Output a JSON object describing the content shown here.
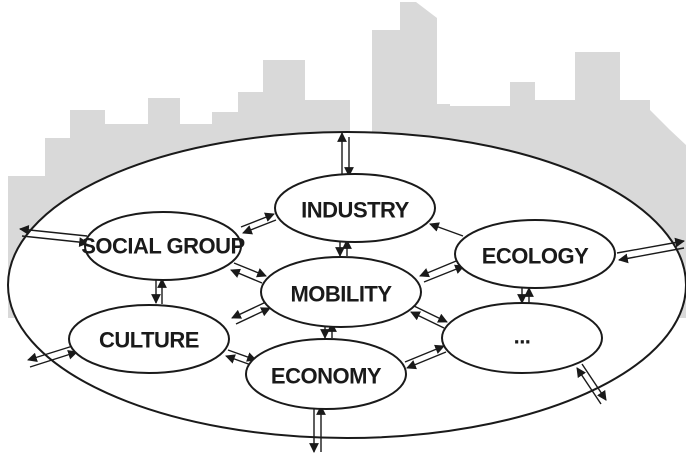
{
  "diagram": {
    "nodes": [
      {
        "id": "social-group",
        "label": "SOCIAL GROUP"
      },
      {
        "id": "industry",
        "label": "INDUSTRY"
      },
      {
        "id": "ecology",
        "label": "ECOLOGY"
      },
      {
        "id": "mobility",
        "label": "MOBILITY"
      },
      {
        "id": "culture",
        "label": "CULTURE"
      },
      {
        "id": "economy",
        "label": "ECONOMY"
      },
      {
        "id": "more",
        "label": "..."
      }
    ]
  }
}
